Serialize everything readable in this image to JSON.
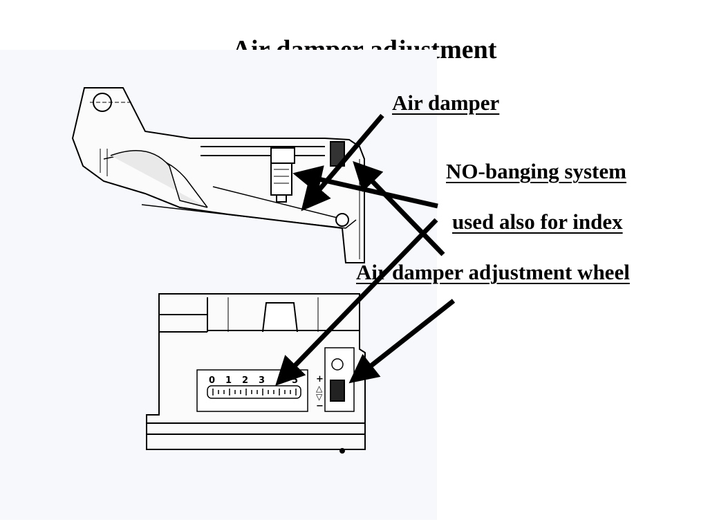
{
  "title": "Air damper adjustment",
  "labels": {
    "air_damper": "Air damper",
    "no_banging": "NO-banging system",
    "used_for_index": "used also for index",
    "adjustment_wheel": "Air damper adjustment wheel"
  },
  "scale": {
    "numbers": [
      "0",
      "1",
      "2",
      "3",
      "5"
    ],
    "plus": "+",
    "minus": "−",
    "up_arrow": "△",
    "down_arrow": "▽"
  },
  "colors": {
    "line": "#000000",
    "background": "#ffffff",
    "paper": "#f7f8fb"
  }
}
